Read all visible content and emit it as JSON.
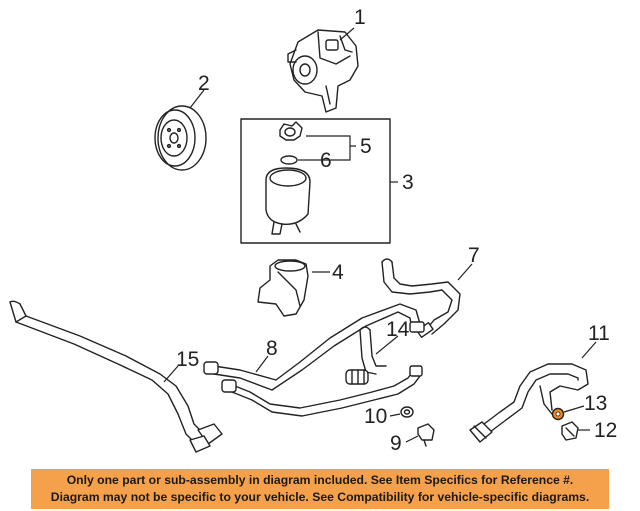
{
  "callouts": [
    "1",
    "2",
    "3",
    "4",
    "5",
    "6",
    "7",
    "8",
    "9",
    "10",
    "11",
    "12",
    "13",
    "14",
    "15"
  ],
  "notice": {
    "line1": "Only one part or sub-assembly in diagram included. See Item Specifics for Reference #.",
    "line2": "Diagram may not be specific to your vehicle. See Compatibility for vehicle-specific diagrams."
  },
  "colors": {
    "banner_background": "#f5a04a",
    "highlight_part": "#f28a1c",
    "line_art": "#222222"
  }
}
